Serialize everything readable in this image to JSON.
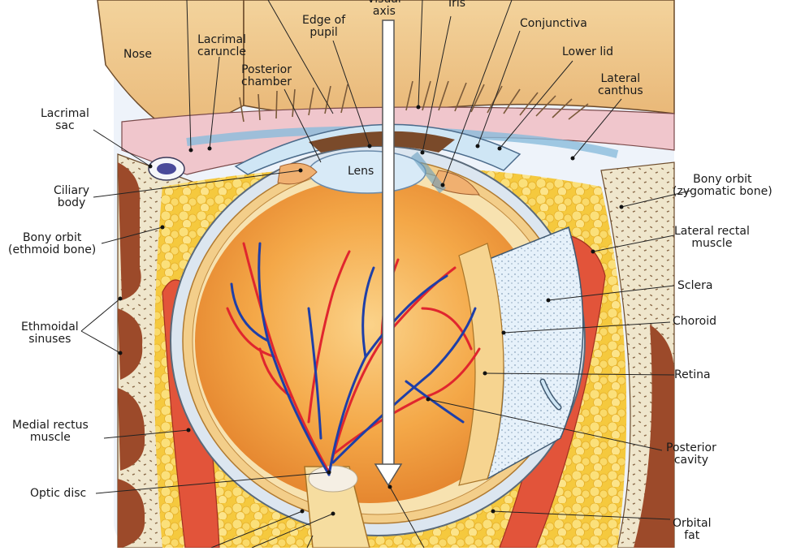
{
  "figure": {
    "labels": {
      "visual_axis": "Visual\naxis",
      "iris": "Iris",
      "conjunctiva": "Conjunctiva",
      "edge_of_pupil": "Edge of\npupil",
      "nose": "Nose",
      "lacrimal_caruncle": "Lacrimal\ncaruncle",
      "posterior_chamber": "Posterior\nchamber",
      "lower_lid": "Lower lid",
      "lateral_canthus": "Lateral\ncanthus",
      "lacrimal_sac": "Lacrimal\nsac",
      "lens": "Lens",
      "ciliary_body": "Ciliary\nbody",
      "bony_orbit_zygomatic": "Bony orbit\n(zygomatic bone)",
      "bony_orbit_ethmoid": "Bony orbit\n(ethmoid bone)",
      "lateral_rectal_muscle": "Lateral rectal\nmuscle",
      "sclera": "Sclera",
      "ethmoidal_sinuses": "Ethmoidal\nsinuses",
      "choroid": "Choroid",
      "retina": "Retina",
      "medial_rectus_muscle": "Medial rectus\nmuscle",
      "posterior_cavity": "Posterior\ncavity",
      "optic_disc": "Optic disc",
      "orbital_fat": "Orbital\nfat"
    },
    "colors": {
      "skin": "#F5C98A",
      "bone_dark": "#9C4A2A",
      "bone_light": "#EFE7D0",
      "fat": "#F7D560",
      "muscle": "#E2543A",
      "vitreous": "#F29A3E",
      "artery": "#E0262E",
      "vein": "#1E3FA8",
      "lens": "#CFE6F5",
      "sclera": "#DDE9F3",
      "iris": "#7A4A2A"
    }
  }
}
